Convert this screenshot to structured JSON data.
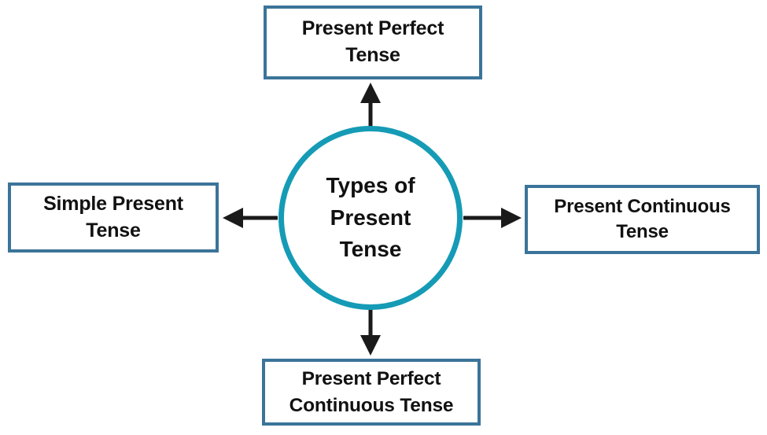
{
  "diagram": {
    "title": "Types of Present Tense",
    "type": "hub-and-spoke",
    "colors": {
      "box_border": "#3b7499",
      "circle_border": "#159bb5",
      "arrow": "#1a1a1a",
      "text": "#111111",
      "background": "#ffffff"
    },
    "center": {
      "label": "Types of\nPresent\nTense",
      "shape": "circle"
    },
    "nodes": [
      {
        "id": "top",
        "label": "Present Perfect\nTense",
        "position": "top",
        "arrow": "center-to-node"
      },
      {
        "id": "right",
        "label": "Present Continuous\nTense",
        "position": "right",
        "arrow": "center-to-node"
      },
      {
        "id": "bottom",
        "label": "Present Perfect\nContinuous Tense",
        "position": "bottom",
        "arrow": "center-to-node"
      },
      {
        "id": "left",
        "label": "Simple Present\nTense",
        "position": "left",
        "arrow": "center-to-node"
      }
    ],
    "arrows": [
      {
        "id": "arrow-up",
        "from": "center",
        "to": "top",
        "direction": "up"
      },
      {
        "id": "arrow-right",
        "from": "center",
        "to": "right",
        "direction": "right"
      },
      {
        "id": "arrow-down",
        "from": "center",
        "to": "bottom",
        "direction": "down"
      },
      {
        "id": "arrow-left",
        "from": "center",
        "to": "left",
        "direction": "left"
      }
    ]
  }
}
